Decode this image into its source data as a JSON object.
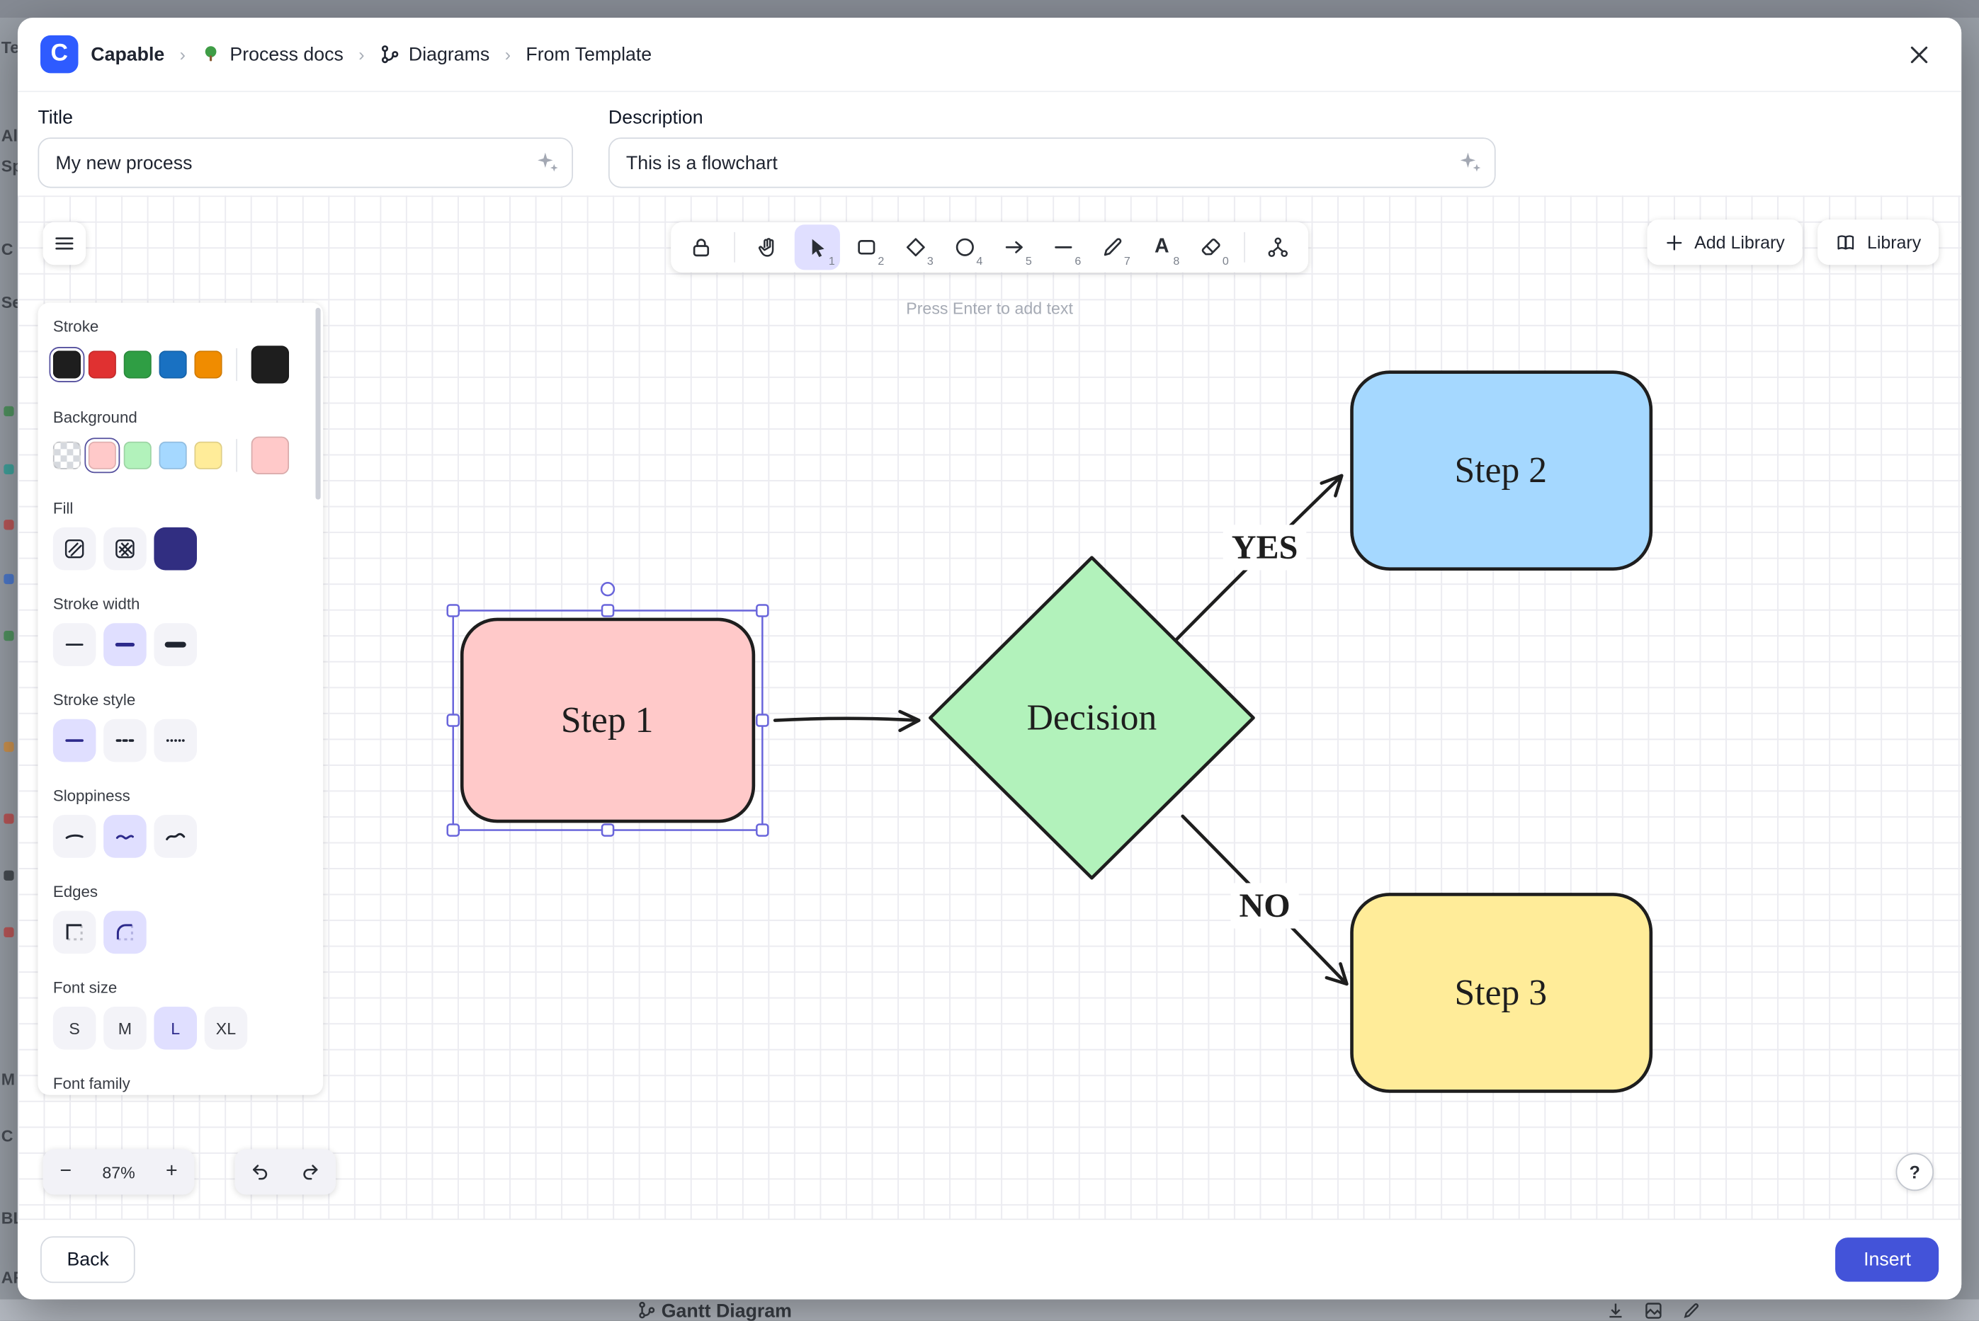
{
  "colors": {
    "logo": "#2e5bff",
    "insert_button": "#4353d9",
    "selection": "#6965db",
    "tool_active_bg": "#e0dfff",
    "canvas_stroke": "#1e1e1e"
  },
  "background": {
    "left_fragments": [
      "Te",
      "Al",
      "Sp",
      "C",
      "Se",
      "M",
      "C",
      "BL",
      "AR"
    ],
    "bottom_item_label": "Gantt Diagram"
  },
  "header": {
    "logo_letter": "C",
    "breadcrumb": [
      {
        "label": "Capable"
      },
      {
        "label": "Process docs"
      },
      {
        "label": "Diagrams"
      },
      {
        "label": "From Template"
      }
    ]
  },
  "form": {
    "title_label": "Title",
    "title_value": "My new process",
    "description_label": "Description",
    "description_value": "This is a flowchart"
  },
  "toolbar": {
    "tools": [
      {
        "name": "lock",
        "shortcut": ""
      },
      {
        "name": "hand",
        "shortcut": ""
      },
      {
        "name": "selection",
        "shortcut": "1",
        "active": true
      },
      {
        "name": "rectangle",
        "shortcut": "2"
      },
      {
        "name": "diamond",
        "shortcut": "3"
      },
      {
        "name": "ellipse",
        "shortcut": "4"
      },
      {
        "name": "arrow",
        "shortcut": "5"
      },
      {
        "name": "line",
        "shortcut": "6"
      },
      {
        "name": "draw",
        "shortcut": "7"
      },
      {
        "name": "text",
        "shortcut": "8"
      },
      {
        "name": "eraser",
        "shortcut": "0"
      },
      {
        "name": "shapes",
        "shortcut": ""
      }
    ],
    "hint": "Press Enter to add text"
  },
  "library": {
    "add_label": "Add Library",
    "open_label": "Library"
  },
  "panel": {
    "stroke": {
      "label": "Stroke",
      "colors": [
        "#1e1e1e",
        "#e03131",
        "#2f9e44",
        "#1971c2",
        "#f08c00"
      ],
      "selected": "#1e1e1e",
      "current": "#1e1e1e"
    },
    "background": {
      "label": "Background",
      "colors": [
        "transparent",
        "#ffc9c9",
        "#b2f2bb",
        "#a5d8ff",
        "#ffec99"
      ],
      "selected": "#ffc9c9",
      "current": "#ffc9c9"
    },
    "fill": {
      "label": "Fill",
      "options": [
        "hachure",
        "cross-hatch",
        "solid"
      ],
      "selected": "solid",
      "solid_color": "#312e81"
    },
    "stroke_width": {
      "label": "Stroke width",
      "options": [
        "thin",
        "bold",
        "extra bold"
      ],
      "selected": "bold"
    },
    "stroke_style": {
      "label": "Stroke style",
      "options": [
        "solid",
        "dashed",
        "dotted"
      ],
      "selected": "solid"
    },
    "sloppiness": {
      "label": "Sloppiness",
      "options": [
        "architect",
        "artist",
        "cartoonist"
      ],
      "selected": "artist"
    },
    "edges": {
      "label": "Edges",
      "options": [
        "sharp",
        "round"
      ],
      "selected": "round"
    },
    "font_size": {
      "label": "Font size",
      "options": [
        "S",
        "M",
        "L",
        "XL"
      ],
      "selected": "L"
    },
    "font_family": {
      "label": "Font family"
    }
  },
  "canvas": {
    "nodes": [
      {
        "id": "step1",
        "type": "rectangle",
        "label": "Step 1",
        "fill": "#ffc9c9",
        "selected": true
      },
      {
        "id": "decision",
        "type": "diamond",
        "label": "Decision",
        "fill": "#b2f2bb"
      },
      {
        "id": "step2",
        "type": "rectangle",
        "label": "Step 2",
        "fill": "#a5d8ff"
      },
      {
        "id": "step3",
        "type": "rectangle",
        "label": "Step 3",
        "fill": "#ffec99"
      }
    ],
    "edges": [
      {
        "from": "step1",
        "to": "decision",
        "label": ""
      },
      {
        "from": "decision",
        "to": "step2",
        "label": "YES"
      },
      {
        "from": "decision",
        "to": "step3",
        "label": "NO"
      }
    ]
  },
  "zoom": {
    "out": "−",
    "value": "87%",
    "in": "+"
  },
  "footer": {
    "back_label": "Back",
    "insert_label": "Insert"
  },
  "help_label": "?"
}
